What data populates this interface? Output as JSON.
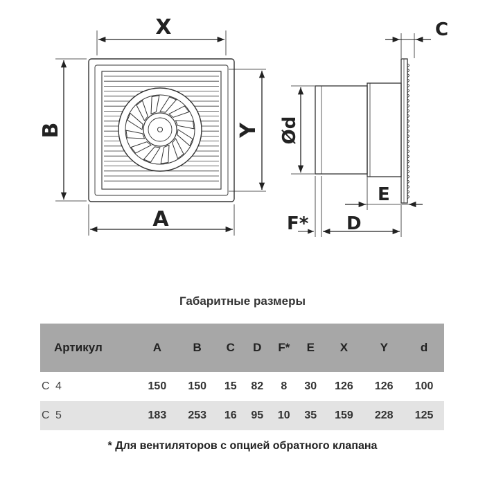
{
  "drawing": {
    "labels": {
      "x": "X",
      "b": "B",
      "a": "A",
      "y": "Y",
      "c": "C",
      "d_diam": "Ød",
      "e": "E",
      "f": "F*",
      "d": "D"
    }
  },
  "table": {
    "title": "Габаритные размеры",
    "headers": [
      "Артикул",
      "A",
      "B",
      "C",
      "D",
      "F*",
      "E",
      "X",
      "Y",
      "d"
    ],
    "rows": [
      [
        "С 4",
        "150",
        "150",
        "15",
        "82",
        "8",
        "30",
        "126",
        "126",
        "100"
      ],
      [
        "С 5",
        "183",
        "253",
        "16",
        "95",
        "10",
        "35",
        "159",
        "228",
        "125"
      ]
    ]
  },
  "footnote": "* Для вентиляторов с опцией обратного клапана"
}
